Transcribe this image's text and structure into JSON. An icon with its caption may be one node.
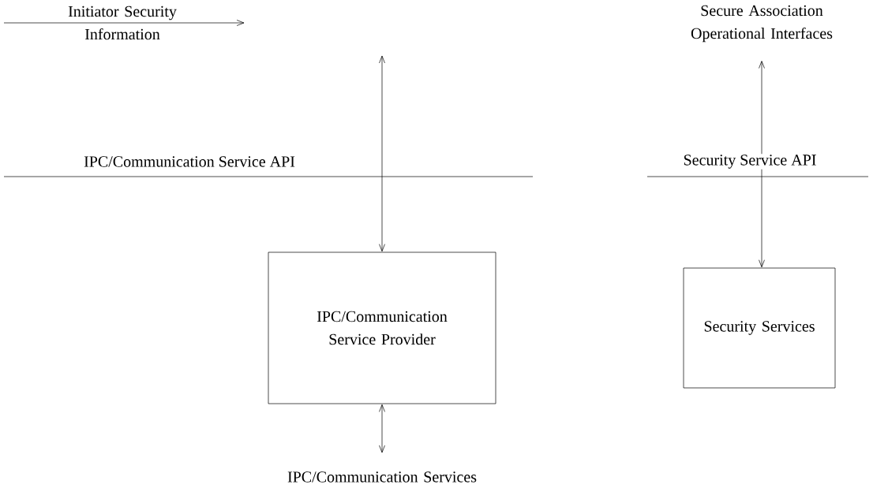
{
  "diagram": {
    "nodes": [
      {
        "text": [
          "Secure Association Operational Interfaces"
        ]
      },
      {
        "text": [
          "IPC/Communication Service Provider"
        ]
      },
      {
        "text": [
          "Security Services"
        ]
      },
      {
        "text": [
          "IPC/Communication Services"
        ]
      }
    ],
    "edges": [
      {
        "from": null,
        "to": 1,
        "arrow": "both"
      },
      {
        "from": 1,
        "to": 3,
        "arrow": "both"
      },
      {
        "from": 0,
        "to": 2,
        "arrow": "both"
      }
    ],
    "labels": [
      "Initiator Security Information",
      "IPC/Communication Service API",
      "Security Service API"
    ]
  }
}
